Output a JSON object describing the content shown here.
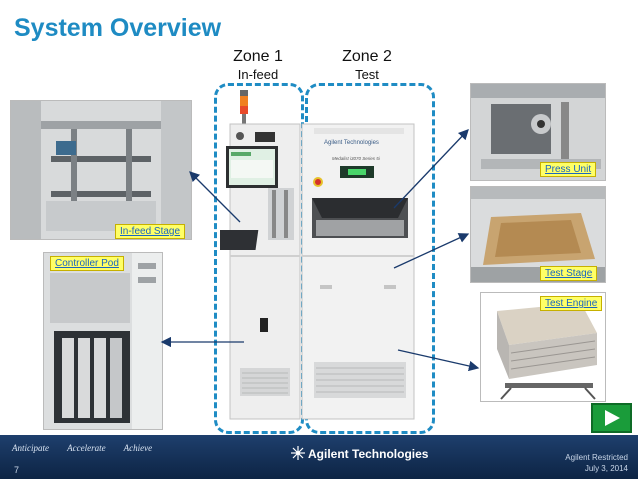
{
  "slide": {
    "title": "System Overview",
    "page_number": "7"
  },
  "zones": [
    {
      "title": "Zone 1",
      "subtitle": "In-feed"
    },
    {
      "title": "Zone 2",
      "subtitle": "Test"
    }
  ],
  "callouts": {
    "infeed_stage": "In-feed Stage",
    "controller_pod": "Controller Pod",
    "press_unit": "Press Unit",
    "test_stage": "Test Stage",
    "test_engine": "Test Engine"
  },
  "machine": {
    "brand": "Agilent Technologies",
    "model": "Medalist i3070 Series 5i"
  },
  "footer": {
    "tagline": [
      "Anticipate",
      "Accelerate",
      "Achieve"
    ],
    "logo": "Agilent Technologies",
    "restricted": "Agilent Restricted",
    "date": "July 3, 2014"
  },
  "colors": {
    "title": "#1e8bc3",
    "zone_border": "#1f8cc4",
    "label_bg": "#ffff66",
    "footer_bg": "#1e3f6d",
    "play_button": "#1a9c3a"
  },
  "icons": {
    "next": "play-triangle-icon",
    "logo": "agilent-spark-icon"
  }
}
